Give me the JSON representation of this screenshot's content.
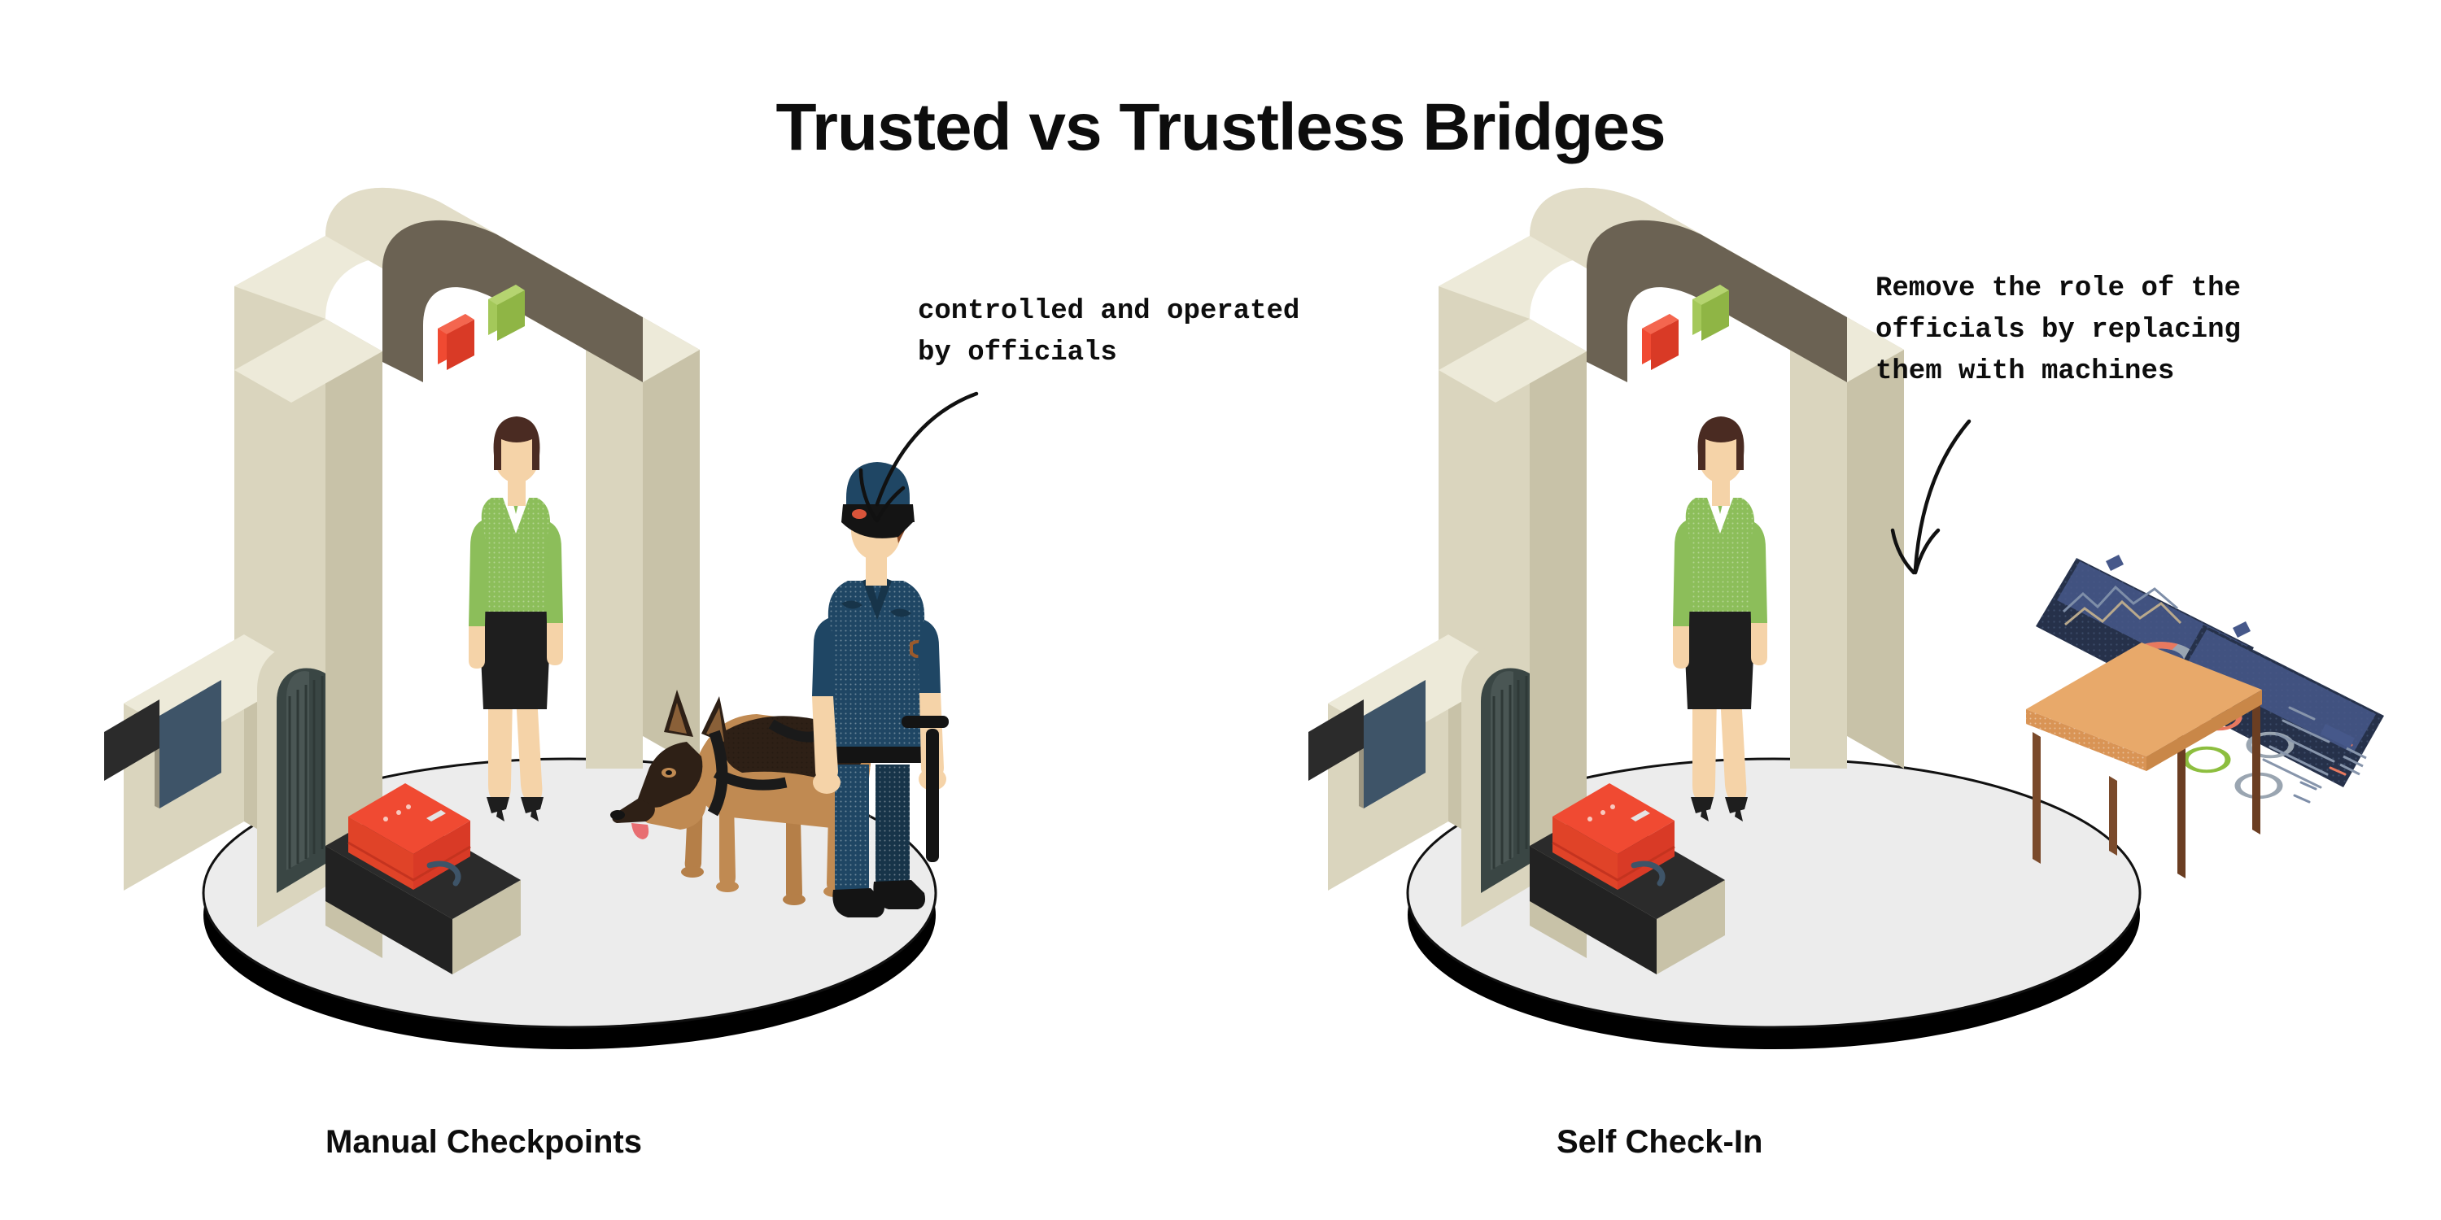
{
  "page": {
    "title": "Trusted vs Trustless Bridges",
    "background_color": "#ffffff",
    "text_color": "#0d0d0d"
  },
  "annotations": {
    "left": {
      "text": "controlled and operated\nby officials",
      "arrow": "curved-arrow-down-left",
      "points_to": "security-officer-with-dog"
    },
    "right": {
      "text": "Remove the role of the\nofficials by replacing\nthem with machines",
      "arrow": "curved-arrow-down",
      "points_to": "dashboard-screens"
    }
  },
  "panels": [
    {
      "id": "manual",
      "caption": "Manual Checkpoints",
      "elements": [
        "security-scanner",
        "metal-detector-arch",
        "passenger-woman",
        "red-suitcase",
        "conveyor-belt",
        "security-officer",
        "security-dog"
      ]
    },
    {
      "id": "selfcheckin",
      "caption": "Self Check-In",
      "elements": [
        "security-scanner",
        "metal-detector-arch",
        "passenger-woman",
        "red-suitcase",
        "conveyor-belt",
        "wooden-table",
        "dashboard-screen-left",
        "dashboard-screen-right"
      ]
    }
  ],
  "palette": {
    "platform_top": "#ECECEC",
    "platform_shadow": "#000000",
    "machine_light": "#EDEAD9",
    "machine_mid": "#DAD5BE",
    "machine_dark": "#C8C2A8",
    "arch_panel": "#6B6253",
    "indicator_red": "#F04A32",
    "indicator_green": "#A4C85A",
    "monitor_screen": "#3E5468",
    "curtain_dark": "#3A4644",
    "belt_black": "#2B2B2B",
    "suitcase_red": "#F04A32",
    "suitcase_red_dark": "#D93A26",
    "blouse_green": "#8CBE5A",
    "skirt_black": "#1E1E1E",
    "skin": "#F5D3A8",
    "hair_brown": "#4A2B22",
    "uniform_navy": "#1F4664",
    "uniform_navy_dark": "#173449",
    "dog_tan": "#C08A52",
    "dog_dark": "#2E2016",
    "table_top": "#E8A96A",
    "table_leg": "#7A4A2B",
    "screen_navy": "#26314A",
    "screen_header": "#46588A",
    "accent_salmon": "#E8795F",
    "accent_gray": "#9AA5B1",
    "accent_green": "#8DBE3F"
  }
}
